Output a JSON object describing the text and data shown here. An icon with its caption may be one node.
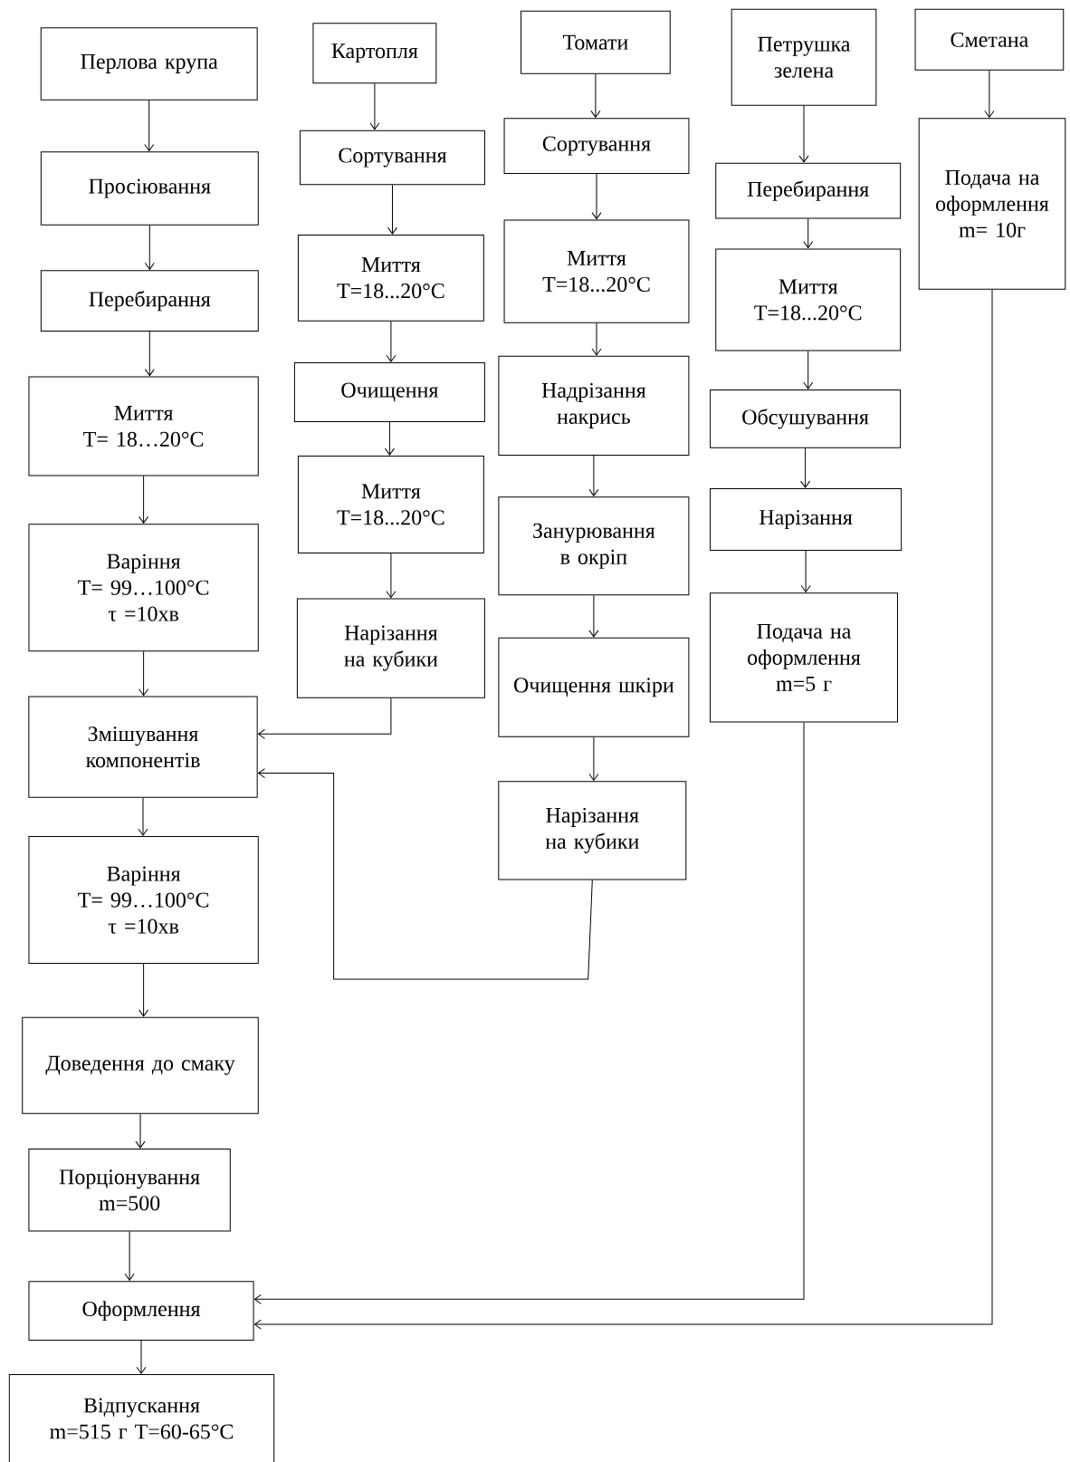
{
  "diagram": {
    "nodes": [
      {
        "text": [
          "Перлова крупа"
        ]
      },
      {
        "text": [
          "Просіювання"
        ]
      },
      {
        "text": [
          "Перебирання"
        ]
      },
      {
        "text": [
          "Миття",
          "T= 18…20°C"
        ]
      },
      {
        "text": [
          "Варіння",
          "T= 99…100°C",
          "τ =10хв"
        ]
      },
      {
        "text": [
          "Змішування компонентів"
        ]
      },
      {
        "text": [
          "Варіння",
          "T= 99…100°C",
          "τ =10хв"
        ]
      },
      {
        "text": [
          "Доведення до смаку"
        ]
      },
      {
        "text": [
          "Порціонування",
          "m=500"
        ]
      },
      {
        "text": [
          "Оформлення"
        ]
      },
      {
        "text": [
          "Відпускання",
          "m=515 г T=60-65°C"
        ]
      },
      {
        "text": [
          "Картопля"
        ]
      },
      {
        "text": [
          "Сортування"
        ]
      },
      {
        "text": [
          "Миття",
          "T=18...20°C"
        ]
      },
      {
        "text": [
          "Очищення"
        ]
      },
      {
        "text": [
          "Миття",
          "T=18...20°C"
        ]
      },
      {
        "text": [
          "Нарізання на кубики"
        ]
      },
      {
        "text": [
          "Томати"
        ]
      },
      {
        "text": [
          "Сортування"
        ]
      },
      {
        "text": [
          "Миття",
          "T=18...20°C"
        ]
      },
      {
        "text": [
          "Надрізання накрись"
        ]
      },
      {
        "text": [
          "Занурювання в окріп"
        ]
      },
      {
        "text": [
          "Очищення шкіри"
        ]
      },
      {
        "text": [
          "Нарізання на кубики"
        ]
      },
      {
        "text": [
          "Петрушка зелена"
        ]
      },
      {
        "text": [
          "Перебирання"
        ]
      },
      {
        "text": [
          "Миття",
          "T=18...20°C"
        ]
      },
      {
        "text": [
          "Обсушування"
        ]
      },
      {
        "text": [
          "Нарізання"
        ]
      },
      {
        "text": [
          "Подача на оформлення",
          "m=5 г"
        ]
      },
      {
        "text": [
          "Сметана"
        ]
      },
      {
        "text": [
          "Подача на оформлення",
          "m= 10г"
        ]
      }
    ],
    "edges": [
      {
        "from": 0,
        "to": 1,
        "arrow": "to"
      },
      {
        "from": 1,
        "to": 2,
        "arrow": "to"
      },
      {
        "from": 2,
        "to": 3,
        "arrow": "to"
      },
      {
        "from": 3,
        "to": 4,
        "arrow": "to"
      },
      {
        "from": 4,
        "to": 5,
        "arrow": "to"
      },
      {
        "from": 5,
        "to": 6,
        "arrow": "to"
      },
      {
        "from": 6,
        "to": 7,
        "arrow": "to"
      },
      {
        "from": 7,
        "to": 8,
        "arrow": "to"
      },
      {
        "from": 8,
        "to": 9,
        "arrow": "to"
      },
      {
        "from": 9,
        "to": 10,
        "arrow": "to"
      },
      {
        "from": 11,
        "to": 12,
        "arrow": "to"
      },
      {
        "from": 12,
        "to": 13,
        "arrow": "to"
      },
      {
        "from": 13,
        "to": 14,
        "arrow": "to"
      },
      {
        "from": 14,
        "to": 15,
        "arrow": "to"
      },
      {
        "from": 15,
        "to": 16,
        "arrow": "to"
      },
      {
        "from": 16,
        "to": 5,
        "arrow": "to"
      },
      {
        "from": 17,
        "to": 18,
        "arrow": "to"
      },
      {
        "from": 18,
        "to": 19,
        "arrow": "to"
      },
      {
        "from": 19,
        "to": 20,
        "arrow": "to"
      },
      {
        "from": 20,
        "to": 21,
        "arrow": "to"
      },
      {
        "from": 21,
        "to": 22,
        "arrow": "to"
      },
      {
        "from": 22,
        "to": 23,
        "arrow": "to"
      },
      {
        "from": 23,
        "to": 5,
        "arrow": "to"
      },
      {
        "from": 24,
        "to": 25,
        "arrow": "to"
      },
      {
        "from": 25,
        "to": 26,
        "arrow": "to"
      },
      {
        "from": 26,
        "to": 27,
        "arrow": "to"
      },
      {
        "from": 27,
        "to": 28,
        "arrow": "to"
      },
      {
        "from": 28,
        "to": 29,
        "arrow": "to"
      },
      {
        "from": 29,
        "to": 9,
        "arrow": "to"
      },
      {
        "from": 30,
        "to": 31,
        "arrow": "to"
      },
      {
        "from": 31,
        "to": 9,
        "arrow": "to"
      }
    ]
  }
}
